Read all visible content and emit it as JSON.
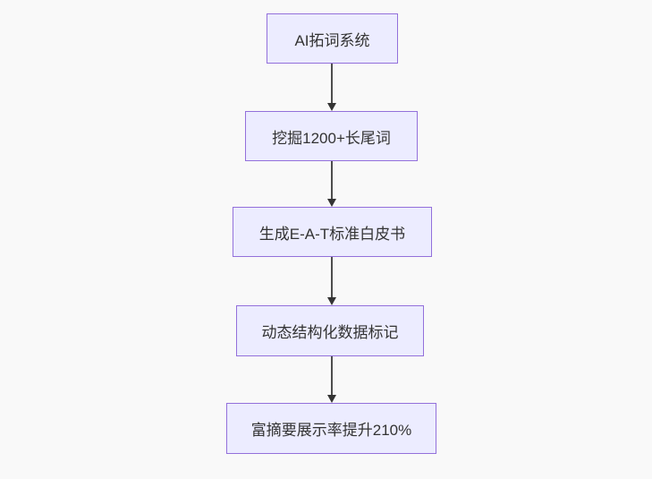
{
  "diagram": {
    "type": "flowchart-vertical",
    "background_color": "#f9f9f9",
    "node_fill_color": "#ECECFF",
    "node_border_color": "#9370DB",
    "text_color": "#333333",
    "arrow_color": "#333333",
    "nodes": [
      {
        "id": "n1",
        "label": "AI拓词系统"
      },
      {
        "id": "n2",
        "label": "挖掘1200+长尾词"
      },
      {
        "id": "n3",
        "label": "生成E-A-T标准白皮书"
      },
      {
        "id": "n4",
        "label": "动态结构化数据标记"
      },
      {
        "id": "n5",
        "label": "富摘要展示率提升210%"
      }
    ],
    "edges": [
      {
        "from": "n1",
        "to": "n2"
      },
      {
        "from": "n2",
        "to": "n3"
      },
      {
        "from": "n3",
        "to": "n4"
      },
      {
        "from": "n4",
        "to": "n5"
      }
    ]
  }
}
